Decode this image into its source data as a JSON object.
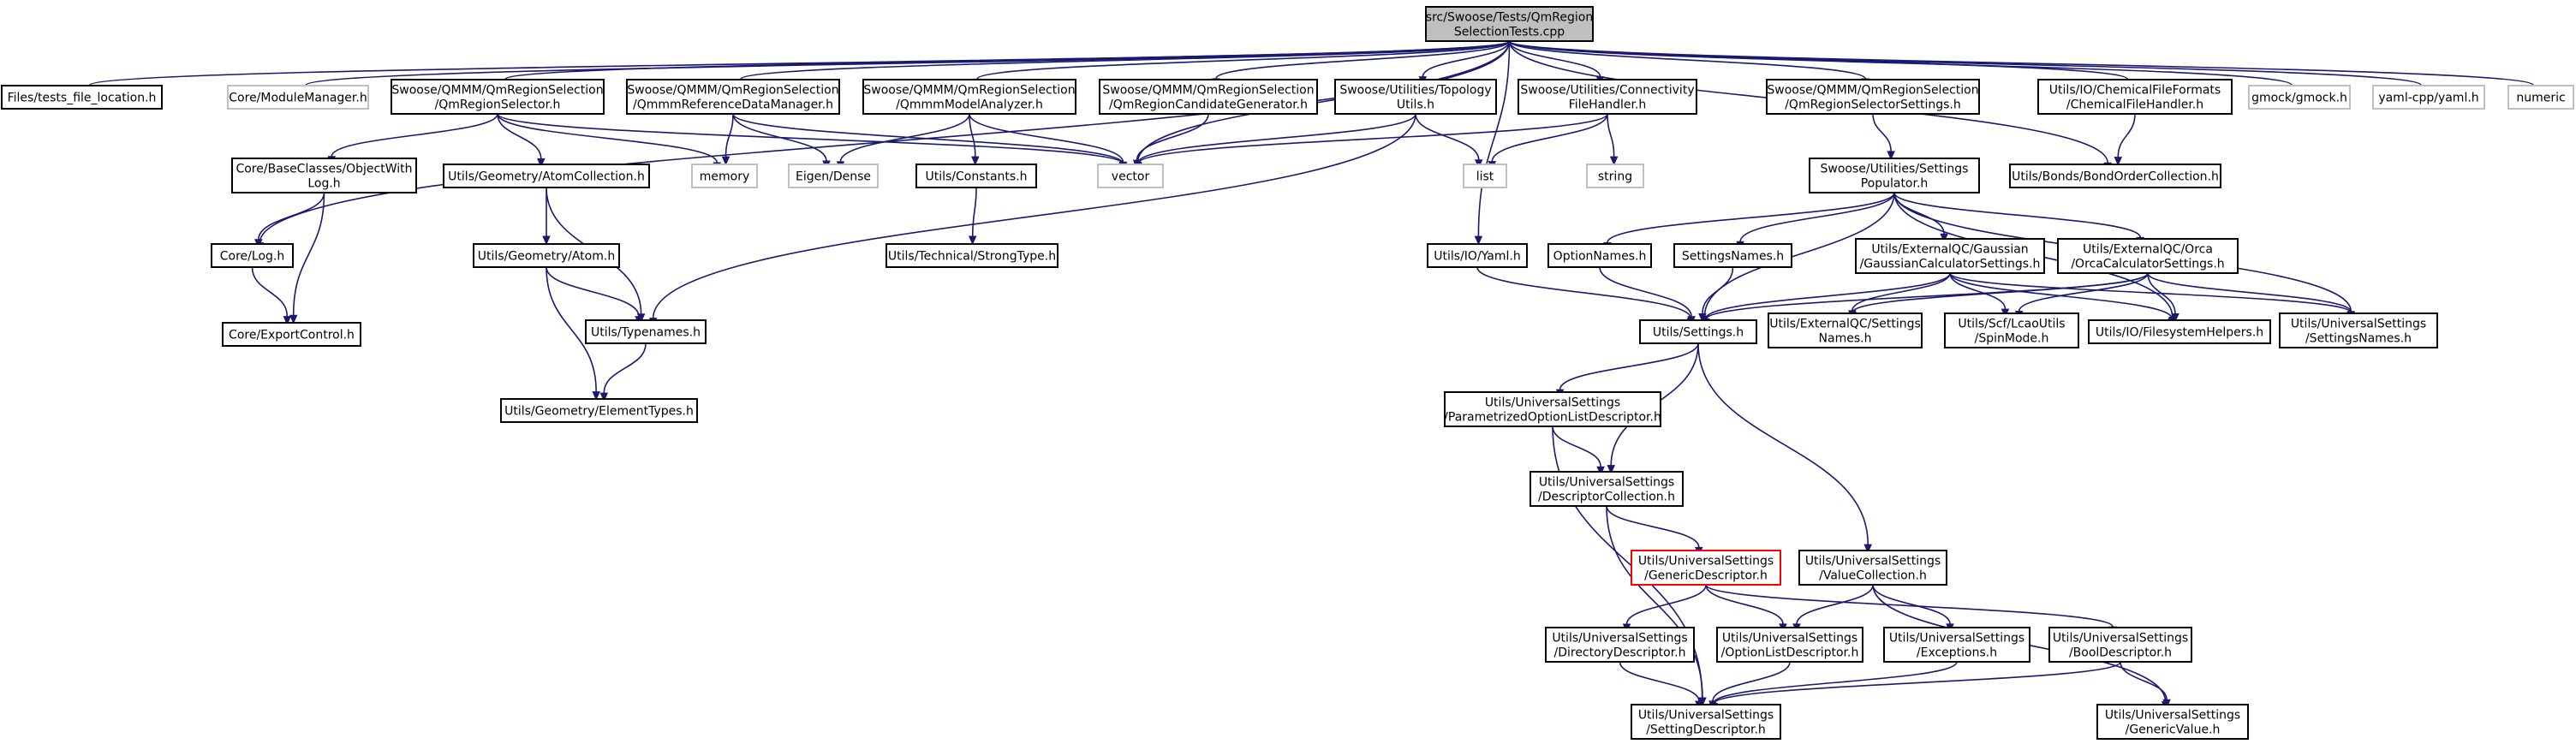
{
  "colors": {
    "edge": "#191970",
    "node_border": "#000000",
    "node_border_external": "#bfbfbf",
    "node_border_highlight": "#ff0000",
    "root_fill": "#bfbfbf",
    "node_fill": "#ffffff"
  },
  "nodes": [
    {
      "id": "root",
      "lines": [
        "src/Swoose/Tests/QmRegion",
        "SelectionTests.cpp"
      ],
      "style": "root"
    },
    {
      "id": "tests_file",
      "lines": [
        "Files/tests_file_location.h"
      ],
      "style": "normal"
    },
    {
      "id": "module_mgr",
      "lines": [
        "Core/ModuleManager.h"
      ],
      "style": "external"
    },
    {
      "id": "qmsel",
      "lines": [
        "Swoose/QMMM/QmRegionSelection",
        "/QmRegionSelector.h"
      ],
      "style": "normal"
    },
    {
      "id": "qmmmref",
      "lines": [
        "Swoose/QMMM/QmRegionSelection",
        "/QmmmReferenceDataManager.h"
      ],
      "style": "normal"
    },
    {
      "id": "qmmmmodel",
      "lines": [
        "Swoose/QMMM/QmRegionSelection",
        "/QmmmModelAnalyzer.h"
      ],
      "style": "normal"
    },
    {
      "id": "qmcand",
      "lines": [
        "Swoose/QMMM/QmRegionSelection",
        "/QmRegionCandidateGenerator.h"
      ],
      "style": "normal"
    },
    {
      "id": "topo",
      "lines": [
        "Swoose/Utilities/Topology",
        "Utils.h"
      ],
      "style": "normal"
    },
    {
      "id": "connfile",
      "lines": [
        "Swoose/Utilities/Connectivity",
        "FileHandler.h"
      ],
      "style": "normal"
    },
    {
      "id": "qmselset",
      "lines": [
        "Swoose/QMMM/QmRegionSelection",
        "/QmRegionSelectorSettings.h"
      ],
      "style": "normal"
    },
    {
      "id": "chemfile",
      "lines": [
        "Utils/IO/ChemicalFileFormats",
        "/ChemicalFileHandler.h"
      ],
      "style": "normal"
    },
    {
      "id": "gmock",
      "lines": [
        "gmock/gmock.h"
      ],
      "style": "external"
    },
    {
      "id": "yaml",
      "lines": [
        "yaml-cpp/yaml.h"
      ],
      "style": "external"
    },
    {
      "id": "numeric",
      "lines": [
        "numeric"
      ],
      "style": "external"
    },
    {
      "id": "objlog",
      "lines": [
        "Core/BaseClasses/ObjectWith",
        "Log.h"
      ],
      "style": "normal"
    },
    {
      "id": "atomcoll",
      "lines": [
        "Utils/Geometry/AtomCollection.h"
      ],
      "style": "normal"
    },
    {
      "id": "memory",
      "lines": [
        "memory"
      ],
      "style": "external"
    },
    {
      "id": "eigen",
      "lines": [
        "Eigen/Dense"
      ],
      "style": "external"
    },
    {
      "id": "constants",
      "lines": [
        "Utils/Constants.h"
      ],
      "style": "normal"
    },
    {
      "id": "vector",
      "lines": [
        "vector"
      ],
      "style": "external"
    },
    {
      "id": "list",
      "lines": [
        "list"
      ],
      "style": "external"
    },
    {
      "id": "string",
      "lines": [
        "string"
      ],
      "style": "external"
    },
    {
      "id": "setpop",
      "lines": [
        "Swoose/Utilities/Settings",
        "Populator.h"
      ],
      "style": "normal"
    },
    {
      "id": "bondorder",
      "lines": [
        "Utils/Bonds/BondOrderCollection.h"
      ],
      "style": "normal"
    },
    {
      "id": "corelog",
      "lines": [
        "Core/Log.h"
      ],
      "style": "normal"
    },
    {
      "id": "atom",
      "lines": [
        "Utils/Geometry/Atom.h"
      ],
      "style": "normal"
    },
    {
      "id": "strongtype",
      "lines": [
        "Utils/Technical/StrongType.h"
      ],
      "style": "normal"
    },
    {
      "id": "ioyaml",
      "lines": [
        "Utils/IO/Yaml.h"
      ],
      "style": "normal"
    },
    {
      "id": "optnames",
      "lines": [
        "OptionNames.h"
      ],
      "style": "normal"
    },
    {
      "id": "setnames",
      "lines": [
        "SettingsNames.h"
      ],
      "style": "normal"
    },
    {
      "id": "gaussian",
      "lines": [
        "Utils/ExternalQC/Gaussian",
        "/GaussianCalculatorSettings.h"
      ],
      "style": "normal"
    },
    {
      "id": "orca",
      "lines": [
        "Utils/ExternalQC/Orca",
        "/OrcaCalculatorSettings.h"
      ],
      "style": "normal"
    },
    {
      "id": "exportctl",
      "lines": [
        "Core/ExportControl.h"
      ],
      "style": "normal"
    },
    {
      "id": "typenames",
      "lines": [
        "Utils/Typenames.h"
      ],
      "style": "normal"
    },
    {
      "id": "settings",
      "lines": [
        "Utils/Settings.h"
      ],
      "style": "normal"
    },
    {
      "id": "extqcnames",
      "lines": [
        "Utils/ExternalQC/Settings",
        "Names.h"
      ],
      "style": "normal"
    },
    {
      "id": "spinmode",
      "lines": [
        "Utils/Scf/LcaoUtils",
        "/SpinMode.h"
      ],
      "style": "normal"
    },
    {
      "id": "fshelpers",
      "lines": [
        "Utils/IO/FilesystemHelpers.h"
      ],
      "style": "normal"
    },
    {
      "id": "usnames",
      "lines": [
        "Utils/UniversalSettings",
        "/SettingsNames.h"
      ],
      "style": "normal"
    },
    {
      "id": "elemtypes",
      "lines": [
        "Utils/Geometry/ElementTypes.h"
      ],
      "style": "normal"
    },
    {
      "id": "paramopt",
      "lines": [
        "Utils/UniversalSettings",
        "/ParametrizedOptionListDescriptor.h"
      ],
      "style": "normal"
    },
    {
      "id": "desccoll",
      "lines": [
        "Utils/UniversalSettings",
        "/DescriptorCollection.h"
      ],
      "style": "normal"
    },
    {
      "id": "generic",
      "lines": [
        "Utils/UniversalSettings",
        "/GenericDescriptor.h"
      ],
      "style": "highlight"
    },
    {
      "id": "valuecoll",
      "lines": [
        "Utils/UniversalSettings",
        "/ValueCollection.h"
      ],
      "style": "normal"
    },
    {
      "id": "dirdesc",
      "lines": [
        "Utils/UniversalSettings",
        "/DirectoryDescriptor.h"
      ],
      "style": "normal"
    },
    {
      "id": "optlist",
      "lines": [
        "Utils/UniversalSettings",
        "/OptionListDescriptor.h"
      ],
      "style": "normal"
    },
    {
      "id": "exceptions",
      "lines": [
        "Utils/UniversalSettings",
        "/Exceptions.h"
      ],
      "style": "normal"
    },
    {
      "id": "booldesc",
      "lines": [
        "Utils/UniversalSettings",
        "/BoolDescriptor.h"
      ],
      "style": "normal"
    },
    {
      "id": "settingdesc",
      "lines": [
        "Utils/UniversalSettings",
        "/SettingDescriptor.h"
      ],
      "style": "normal"
    },
    {
      "id": "genvalue",
      "lines": [
        "Utils/UniversalSettings",
        "/GenericValue.h"
      ],
      "style": "normal"
    }
  ],
  "edges": [
    [
      "root",
      "tests_file"
    ],
    [
      "root",
      "module_mgr"
    ],
    [
      "root",
      "qmsel"
    ],
    [
      "root",
      "qmmmref"
    ],
    [
      "root",
      "qmmmmodel"
    ],
    [
      "root",
      "qmcand"
    ],
    [
      "root",
      "topo"
    ],
    [
      "root",
      "connfile"
    ],
    [
      "root",
      "qmselset"
    ],
    [
      "root",
      "chemfile"
    ],
    [
      "root",
      "gmock"
    ],
    [
      "root",
      "yaml"
    ],
    [
      "root",
      "numeric"
    ],
    [
      "root",
      "corelog"
    ],
    [
      "root",
      "ioyaml"
    ],
    [
      "root",
      "bondorder"
    ],
    [
      "root",
      "vector"
    ],
    [
      "qmsel",
      "objlog"
    ],
    [
      "qmsel",
      "atomcoll"
    ],
    [
      "qmsel",
      "memory"
    ],
    [
      "qmsel",
      "vector"
    ],
    [
      "qmmmref",
      "memory"
    ],
    [
      "qmmmref",
      "eigen"
    ],
    [
      "qmmmref",
      "vector"
    ],
    [
      "qmmmmodel",
      "eigen"
    ],
    [
      "qmmmmodel",
      "constants"
    ],
    [
      "qmmmmodel",
      "vector"
    ],
    [
      "qmcand",
      "vector"
    ],
    [
      "topo",
      "vector"
    ],
    [
      "topo",
      "list"
    ],
    [
      "topo",
      "typenames"
    ],
    [
      "connfile",
      "vector"
    ],
    [
      "connfile",
      "list"
    ],
    [
      "connfile",
      "string"
    ],
    [
      "qmselset",
      "setpop"
    ],
    [
      "chemfile",
      "bondorder"
    ],
    [
      "objlog",
      "corelog"
    ],
    [
      "objlog",
      "exportctl"
    ],
    [
      "corelog",
      "exportctl"
    ],
    [
      "atomcoll",
      "atom"
    ],
    [
      "atomcoll",
      "typenames"
    ],
    [
      "atom",
      "typenames"
    ],
    [
      "atom",
      "elemtypes"
    ],
    [
      "typenames",
      "elemtypes"
    ],
    [
      "constants",
      "strongtype"
    ],
    [
      "setpop",
      "optnames"
    ],
    [
      "setpop",
      "setnames"
    ],
    [
      "setpop",
      "gaussian"
    ],
    [
      "setpop",
      "orca"
    ],
    [
      "setpop",
      "settings"
    ],
    [
      "setpop",
      "fshelpers"
    ],
    [
      "setpop",
      "usnames"
    ],
    [
      "ioyaml",
      "settings"
    ],
    [
      "optnames",
      "settings"
    ],
    [
      "setnames",
      "settings"
    ],
    [
      "gaussian",
      "settings"
    ],
    [
      "gaussian",
      "extqcnames"
    ],
    [
      "gaussian",
      "spinmode"
    ],
    [
      "gaussian",
      "fshelpers"
    ],
    [
      "gaussian",
      "usnames"
    ],
    [
      "orca",
      "settings"
    ],
    [
      "orca",
      "extqcnames"
    ],
    [
      "orca",
      "spinmode"
    ],
    [
      "orca",
      "fshelpers"
    ],
    [
      "orca",
      "usnames"
    ],
    [
      "settings",
      "paramopt"
    ],
    [
      "settings",
      "desccoll"
    ],
    [
      "settings",
      "valuecoll"
    ],
    [
      "paramopt",
      "desccoll"
    ],
    [
      "paramopt",
      "settingdesc"
    ],
    [
      "desccoll",
      "generic"
    ],
    [
      "desccoll",
      "settingdesc"
    ],
    [
      "generic",
      "dirdesc"
    ],
    [
      "generic",
      "optlist"
    ],
    [
      "generic",
      "booldesc"
    ],
    [
      "valuecoll",
      "optlist"
    ],
    [
      "valuecoll",
      "exceptions"
    ],
    [
      "valuecoll",
      "genvalue"
    ],
    [
      "dirdesc",
      "settingdesc"
    ],
    [
      "optlist",
      "settingdesc"
    ],
    [
      "exceptions",
      "settingdesc"
    ],
    [
      "booldesc",
      "settingdesc"
    ],
    [
      "booldesc",
      "genvalue"
    ]
  ]
}
